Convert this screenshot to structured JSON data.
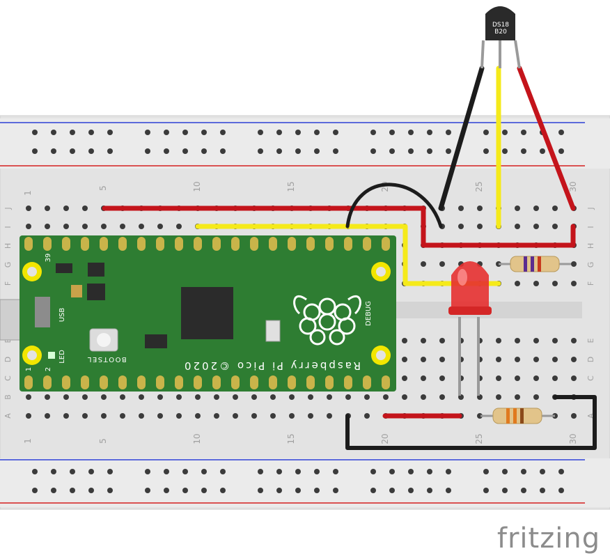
{
  "breadboard": {
    "column_numbers": [
      "1",
      "5",
      "10",
      "15",
      "20",
      "25",
      "30"
    ],
    "row_letters_top": [
      "J",
      "I",
      "H",
      "G",
      "F"
    ],
    "row_letters_bottom": [
      "E",
      "D",
      "C",
      "B",
      "A"
    ],
    "colors": {
      "board": "#e6e6e6",
      "rail_blue": "#2c3fd6",
      "rail_red": "#d42020",
      "hole": "#3b3b3b",
      "connected": "#8ef26a"
    }
  },
  "pico": {
    "label": "Raspberry Pi Pico ©2020",
    "bootsel_label": "BOOTSEL",
    "led_label": "LED",
    "usb_label": "USB",
    "debug_label": "DEBUG",
    "pin_labels": {
      "pin1": "1",
      "pin2": "2",
      "pin39": "39"
    },
    "colors": {
      "board": "#2e7d32",
      "pad": "#f2e600",
      "header": "#c9b44a"
    }
  },
  "sensor": {
    "label_line1": "DS18",
    "label_line2": "B20",
    "color": "#2a2a2a"
  },
  "led": {
    "color": "#e63030"
  },
  "resistors": [
    {
      "name": "resistor-1",
      "band_colors": [
        "#5b2d90",
        "#5b2d90",
        "#c83a1e"
      ]
    },
    {
      "name": "resistor-2",
      "band_colors": [
        "#e07a1f",
        "#e07a1f",
        "#8b4a1a"
      ]
    }
  ],
  "wires": {
    "red": "#c4141b",
    "black": "#1c1c1c",
    "yellow": "#f5ea1a",
    "leg": "#9a9a9a"
  },
  "watermark": "fritzing"
}
